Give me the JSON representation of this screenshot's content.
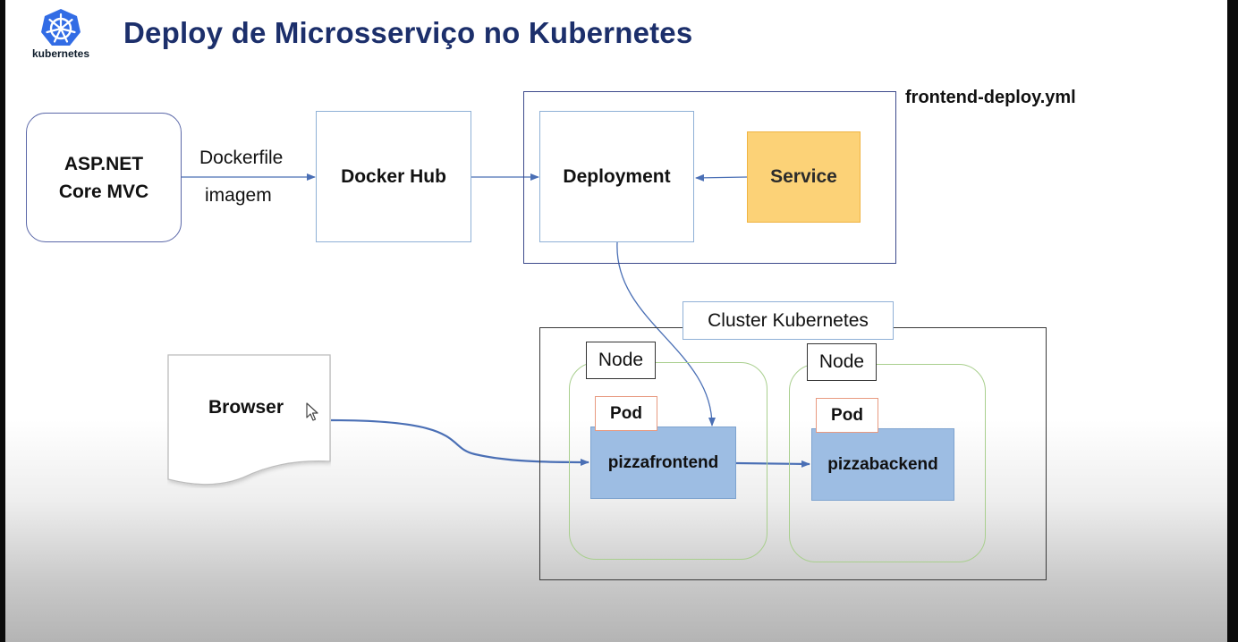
{
  "header": {
    "logo_text": "kubernetes",
    "title": "Deploy de Microsserviço no Kubernetes"
  },
  "diagram": {
    "yml_label": "frontend-deploy.yml",
    "aspnet": {
      "line1": "ASP.NET",
      "line2": "Core MVC"
    },
    "dockerfile_label": "Dockerfile",
    "imagem_label": "imagem",
    "dockerhub_label": "Docker Hub",
    "deployment_label": "Deployment",
    "service_label": "Service",
    "browser_label": "Browser",
    "cluster_label": "Cluster Kubernetes",
    "nodes": [
      {
        "label": "Node",
        "pod_label": "Pod",
        "app_label": "pizzafrontend"
      },
      {
        "label": "Node",
        "pod_label": "Pod",
        "app_label": "pizzabackend"
      }
    ]
  },
  "colors": {
    "title": "#1c2f6b",
    "arrow": "#4a6fb5",
    "service_fill": "#fcd277",
    "pod_app_fill": "#9dbde3",
    "node_border": "#a9cf8e",
    "pod_border": "#e89a80",
    "logo": "#326ce5"
  }
}
